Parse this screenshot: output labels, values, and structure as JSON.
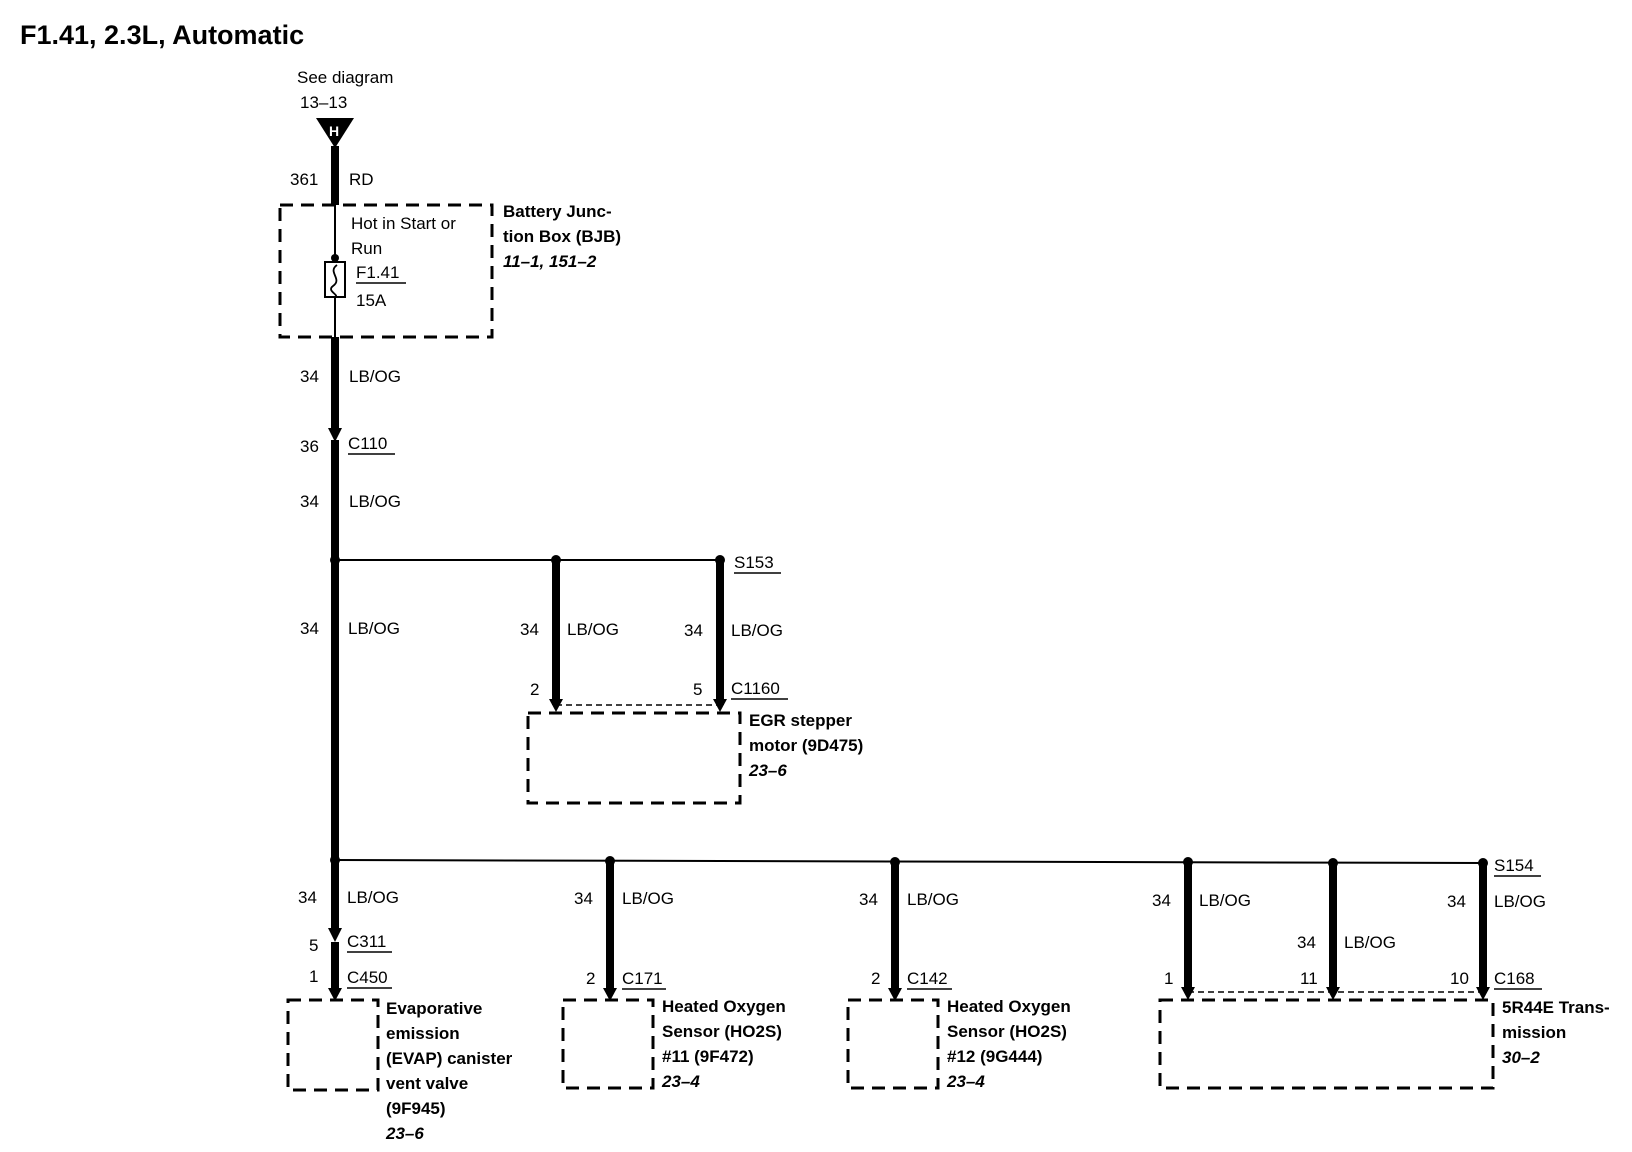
{
  "title": "F1.41, 2.3L, Automatic",
  "source_ref": {
    "line1": "See diagram",
    "line2": "13–13",
    "connector_letter": "H"
  },
  "wire_top": {
    "circuit": "361",
    "color": "RD"
  },
  "bjb": {
    "power_label_1": "Hot in Start or",
    "power_label_2": "Run",
    "fuse_id": "F1.41",
    "fuse_rating": "15A",
    "name_1": "Battery Junc-",
    "name_2": "tion Box (BJB)",
    "ref": "11–1, 151–2"
  },
  "wires": {
    "w1": {
      "circuit": "34",
      "color": "LB/OG"
    },
    "c110_pin": "36",
    "c110": "C110",
    "w2": {
      "circuit": "34",
      "color": "LB/OG"
    },
    "w3": {
      "circuit": "34",
      "color": "LB/OG"
    }
  },
  "s153": "S153",
  "egr": {
    "w_a": {
      "circuit": "34",
      "color": "LB/OG"
    },
    "w_b": {
      "circuit": "34",
      "color": "LB/OG"
    },
    "pin_a": "2",
    "pin_b": "5",
    "connector": "C1160",
    "name_1": "EGR stepper",
    "name_2": "motor (9D475)",
    "ref": "23–6"
  },
  "s154": "S154",
  "evap": {
    "wire": {
      "circuit": "34",
      "color": "LB/OG"
    },
    "pin_c311": "5",
    "c311": "C311",
    "pin_c450": "1",
    "c450": "C450",
    "name_1": "Evaporative",
    "name_2": "emission",
    "name_3": "(EVAP) canister",
    "name_4": "vent valve",
    "name_5": "(9F945)",
    "ref": "23–6"
  },
  "ho2s11": {
    "wire": {
      "circuit": "34",
      "color": "LB/OG"
    },
    "pin": "2",
    "connector": "C171",
    "name_1": "Heated Oxygen",
    "name_2": "Sensor (HO2S)",
    "name_3": "#11 (9F472)",
    "ref": "23–4"
  },
  "ho2s12": {
    "wire": {
      "circuit": "34",
      "color": "LB/OG"
    },
    "pin": "2",
    "connector": "C142",
    "name_1": "Heated Oxygen",
    "name_2": "Sensor (HO2S)",
    "name_3": "#12 (9G444)",
    "ref": "23–4"
  },
  "trans": {
    "w_a": {
      "circuit": "34",
      "color": "LB/OG"
    },
    "w_b": {
      "circuit": "34",
      "color": "LB/OG"
    },
    "w_c": {
      "circuit": "34",
      "color": "LB/OG"
    },
    "pin_a": "1",
    "pin_b": "11",
    "pin_c": "10",
    "connector": "C168",
    "name_1": "5R44E Trans-",
    "name_2": "mission",
    "ref": "30–2"
  }
}
